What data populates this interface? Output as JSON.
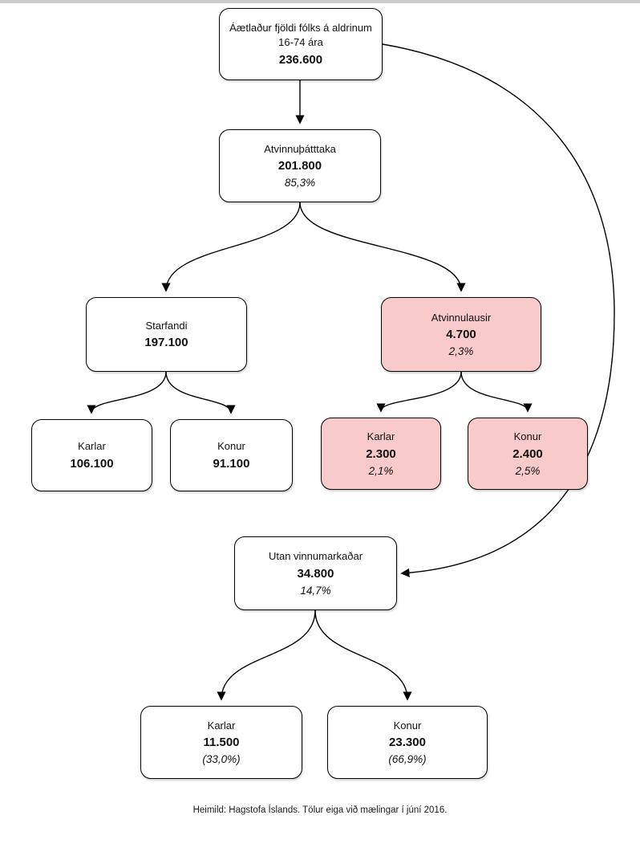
{
  "colors": {
    "highlight_fill": "#f8caca",
    "default_fill": "#ffffff",
    "box_border": "#000000",
    "top_strip": "#cbcbcb"
  },
  "nodes": {
    "population": {
      "line1": "Áætlaður fjöldi fólks á aldrinum",
      "line2": "16-74 ára",
      "value": "236.600"
    },
    "participation": {
      "label": "Atvinnuþátttaka",
      "value": "201.800",
      "percent": "85,3%"
    },
    "employed": {
      "label": "Starfandi",
      "value": "197.100"
    },
    "unemployed": {
      "label": "Atvinnulausir",
      "value": "4.700",
      "percent": "2,3%"
    },
    "employed_men": {
      "label": "Karlar",
      "value": "106.100"
    },
    "employed_women": {
      "label": "Konur",
      "value": "91.100"
    },
    "unemployed_men": {
      "label": "Karlar",
      "value": "2.300",
      "percent": "2,1%"
    },
    "unemployed_women": {
      "label": "Konur",
      "value": "2.400",
      "percent": "2,5%"
    },
    "outside": {
      "label": "Utan vinnumarkaðar",
      "value": "34.800",
      "percent": "14,7%"
    },
    "outside_men": {
      "label": "Karlar",
      "value": "11.500",
      "percent": "(33,0%)"
    },
    "outside_women": {
      "label": "Konur",
      "value": "23.300",
      "percent": "(66,9%)"
    }
  },
  "footer": {
    "source": "Heimild: Hagstofa Íslands. Tölur eiga við mælingar í júní 2016."
  }
}
